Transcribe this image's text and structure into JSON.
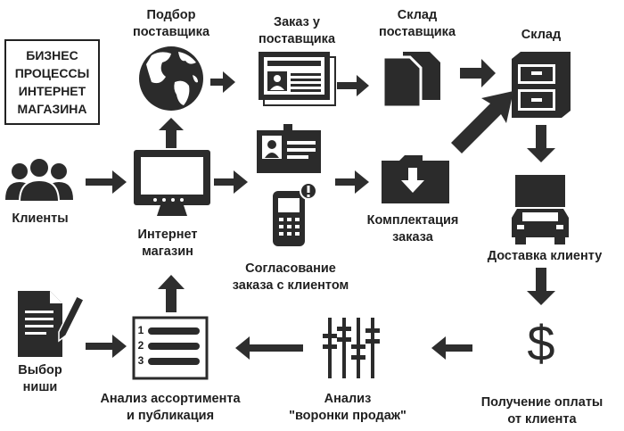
{
  "title": [
    "БИЗНЕС",
    "ПРОЦЕССЫ",
    "ИНТЕРНЕТ",
    "МАГАЗИНА"
  ],
  "nodes": {
    "supplier_selection": [
      "Подбор",
      "поставщика"
    ],
    "supplier_order": [
      "Заказ у",
      "поставщика"
    ],
    "supplier_warehouse": [
      "Склад",
      "поставщика"
    ],
    "warehouse": [
      "Склад"
    ],
    "clients": [
      "Клиенты"
    ],
    "online_store": [
      "Интернет",
      "магазин"
    ],
    "order_agreement": [
      "Согласование",
      "заказа с клиентом"
    ],
    "order_picking": [
      "Комплектация",
      "заказа"
    ],
    "delivery": [
      "Доставка клиенту"
    ],
    "payment": [
      "Получение оплаты",
      "от клиента"
    ],
    "funnel_analysis": [
      "Анализ",
      "\"воронки продаж\""
    ],
    "assortment_analysis": [
      "Анализ ассортимента",
      "и публикация"
    ],
    "niche_selection": [
      "Выбор",
      "ниши"
    ]
  },
  "list_numbers": [
    "1",
    "2",
    "3"
  ],
  "currency_symbol": "$",
  "colors": {
    "icon": "#2b2b2b",
    "arrow": "#2e2e2e",
    "text": "#1f1f1f"
  }
}
